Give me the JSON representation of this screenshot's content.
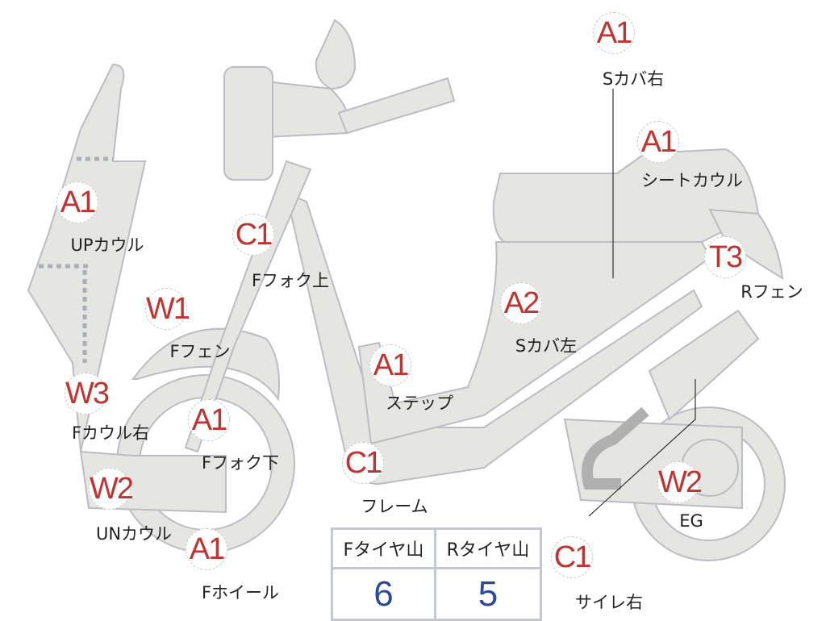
{
  "markers": [
    {
      "grade": "A1",
      "part": "Sカバ右"
    },
    {
      "grade": "A1",
      "part": "シートカウル"
    },
    {
      "grade": "A1",
      "part": "UPカウル"
    },
    {
      "grade": "C1",
      "part": "Fフォク上"
    },
    {
      "grade": "T3",
      "part": "Rフェン"
    },
    {
      "grade": "W1",
      "part": "Fフェン"
    },
    {
      "grade": "A2",
      "part": "Sカバ左"
    },
    {
      "grade": "A1",
      "part": "ステップ"
    },
    {
      "grade": "W3",
      "part": "Fカウル右"
    },
    {
      "grade": "A1",
      "part": "Fフォク下"
    },
    {
      "grade": "C1",
      "part": "フレーム"
    },
    {
      "grade": "W2",
      "part": "UNカウル"
    },
    {
      "grade": "W2",
      "part": "EG"
    },
    {
      "grade": "A1",
      "part": "Fホイール"
    },
    {
      "grade": "C1",
      "part": "サイレ右"
    }
  ],
  "tyre_table": {
    "front_label": "Fタイヤ山",
    "rear_label": "Rタイヤ山",
    "front_value": "6",
    "rear_value": "5"
  },
  "colors": {
    "grade": "#c0332e",
    "value": "#2c4a98",
    "part_fill": "#e5e5e1"
  }
}
